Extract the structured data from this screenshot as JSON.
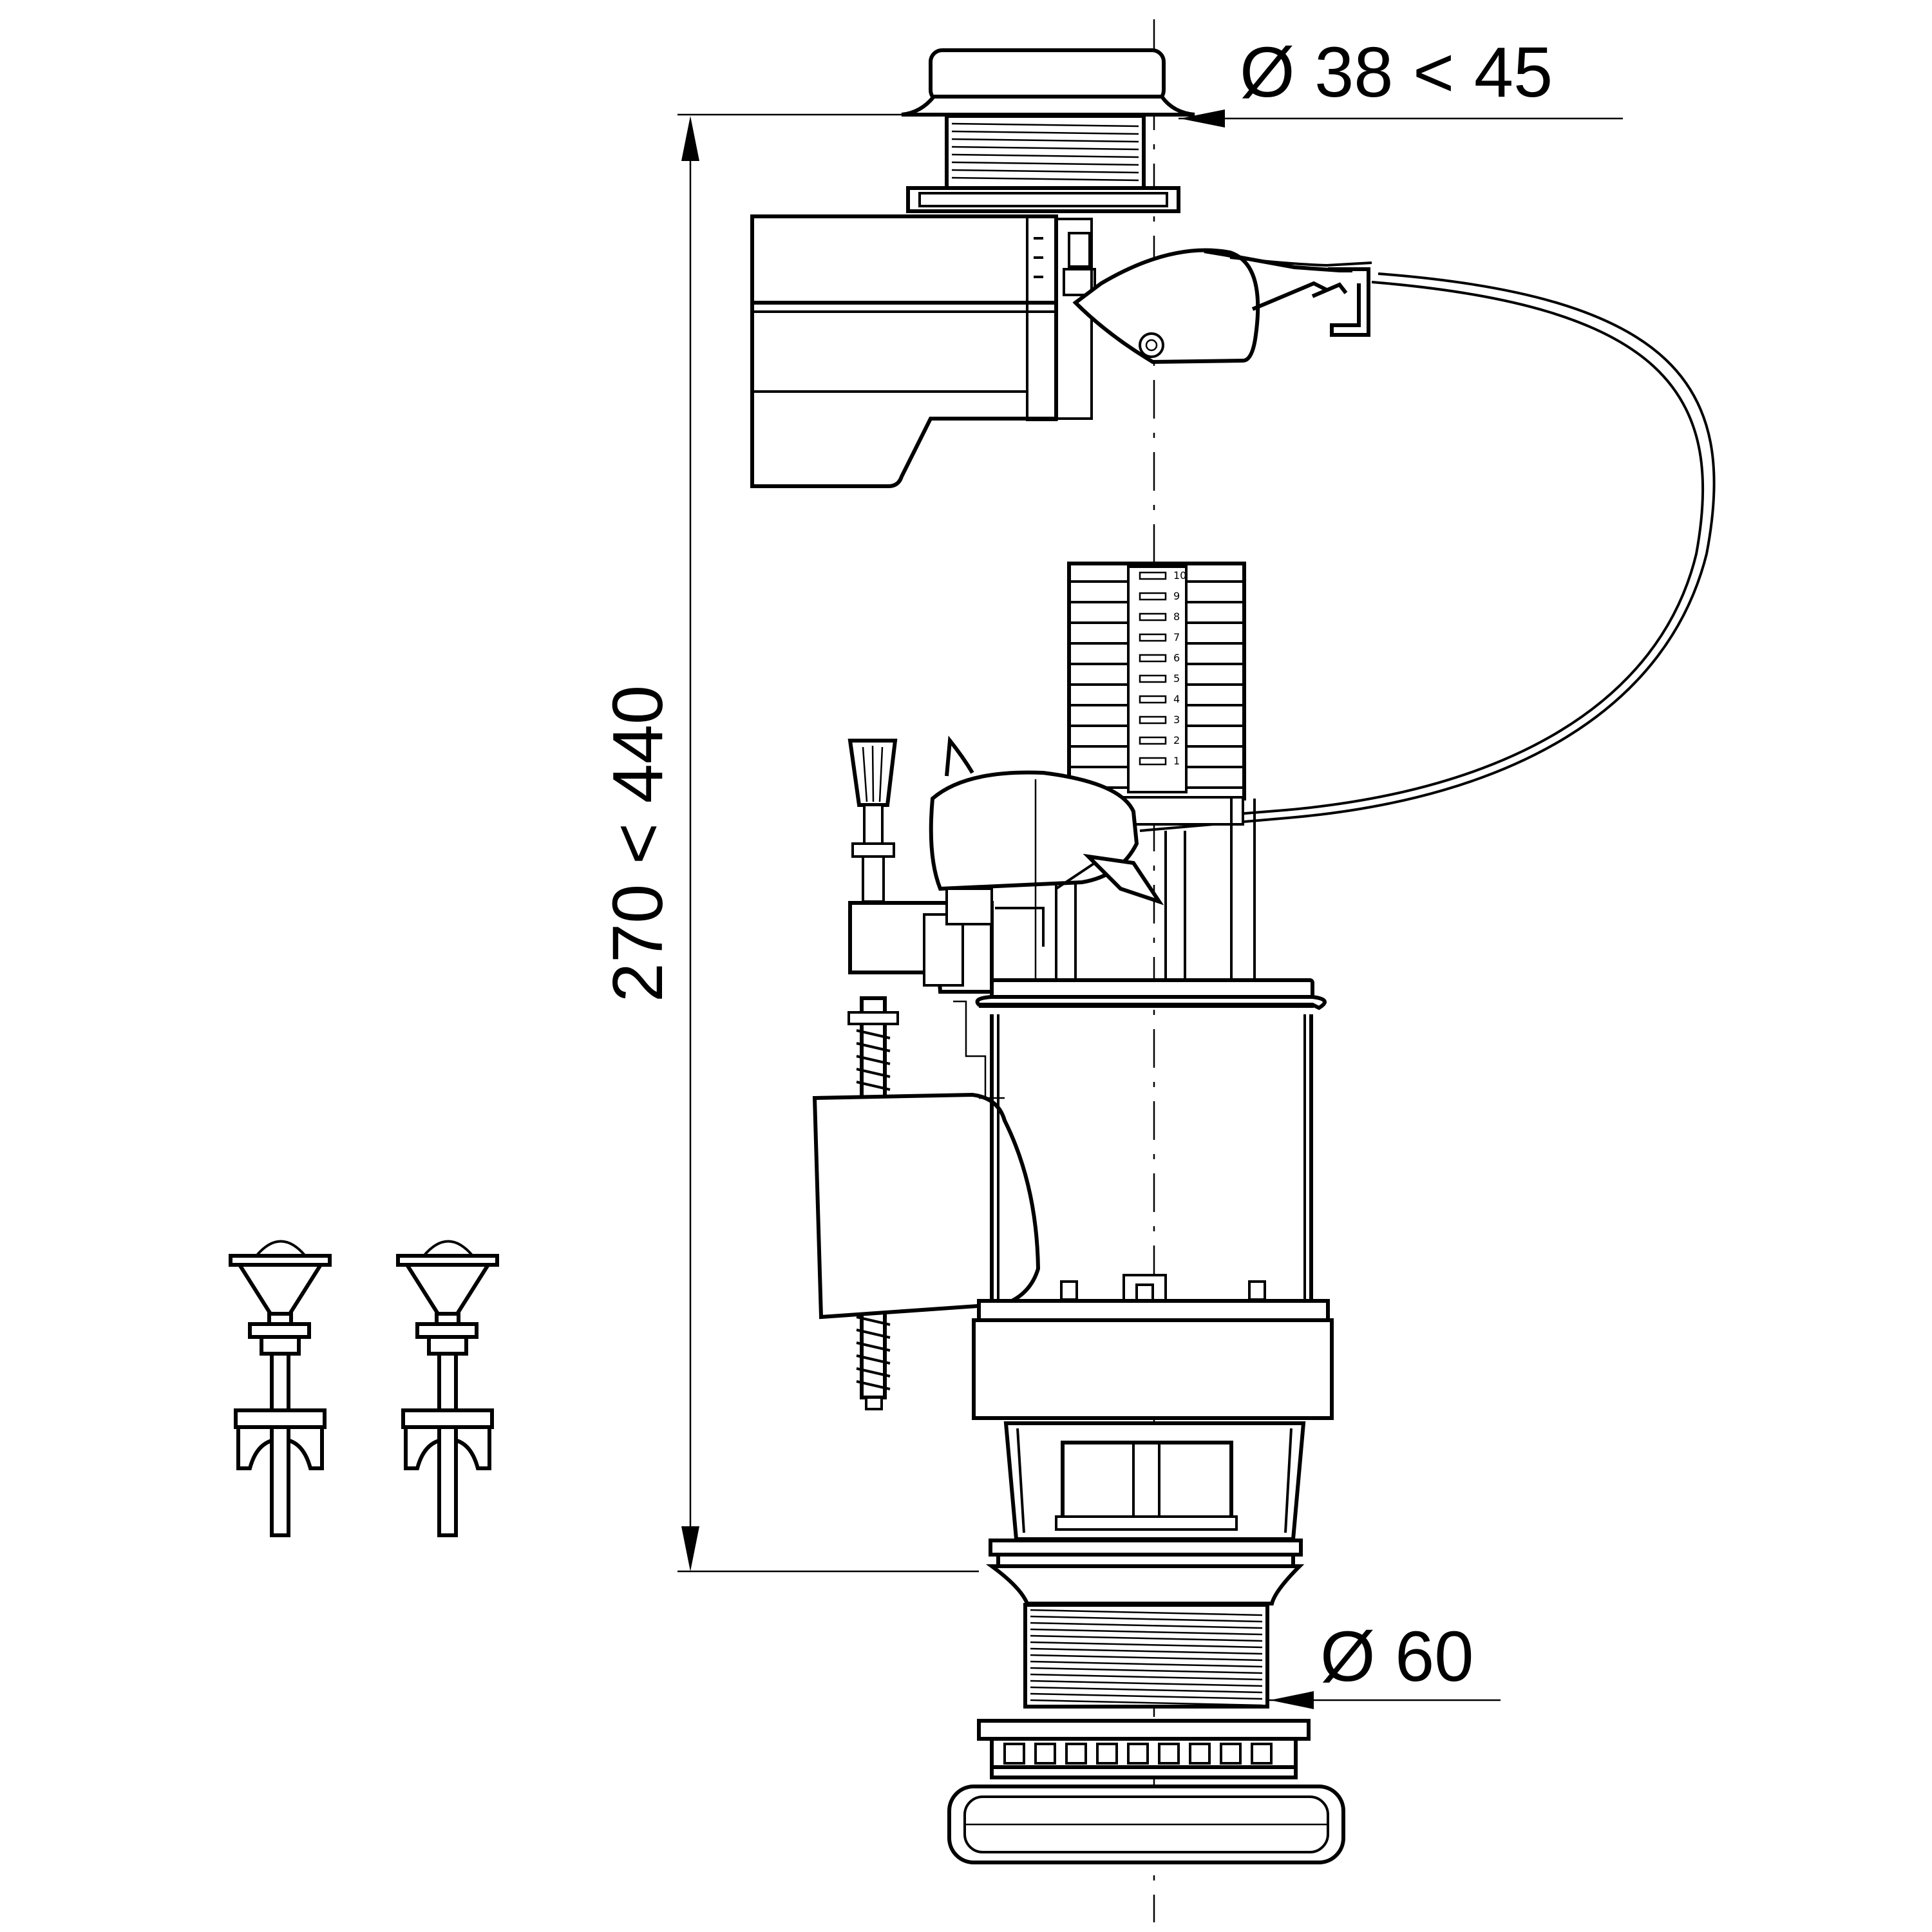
{
  "dimensions": {
    "button_diameter": "Ø 38 < 45",
    "height_range": "270 < 440",
    "outlet_diameter": "Ø 60"
  },
  "height_scale": [
    "10",
    "9",
    "8",
    "7",
    "6",
    "5",
    "4",
    "3",
    "2",
    "1"
  ]
}
